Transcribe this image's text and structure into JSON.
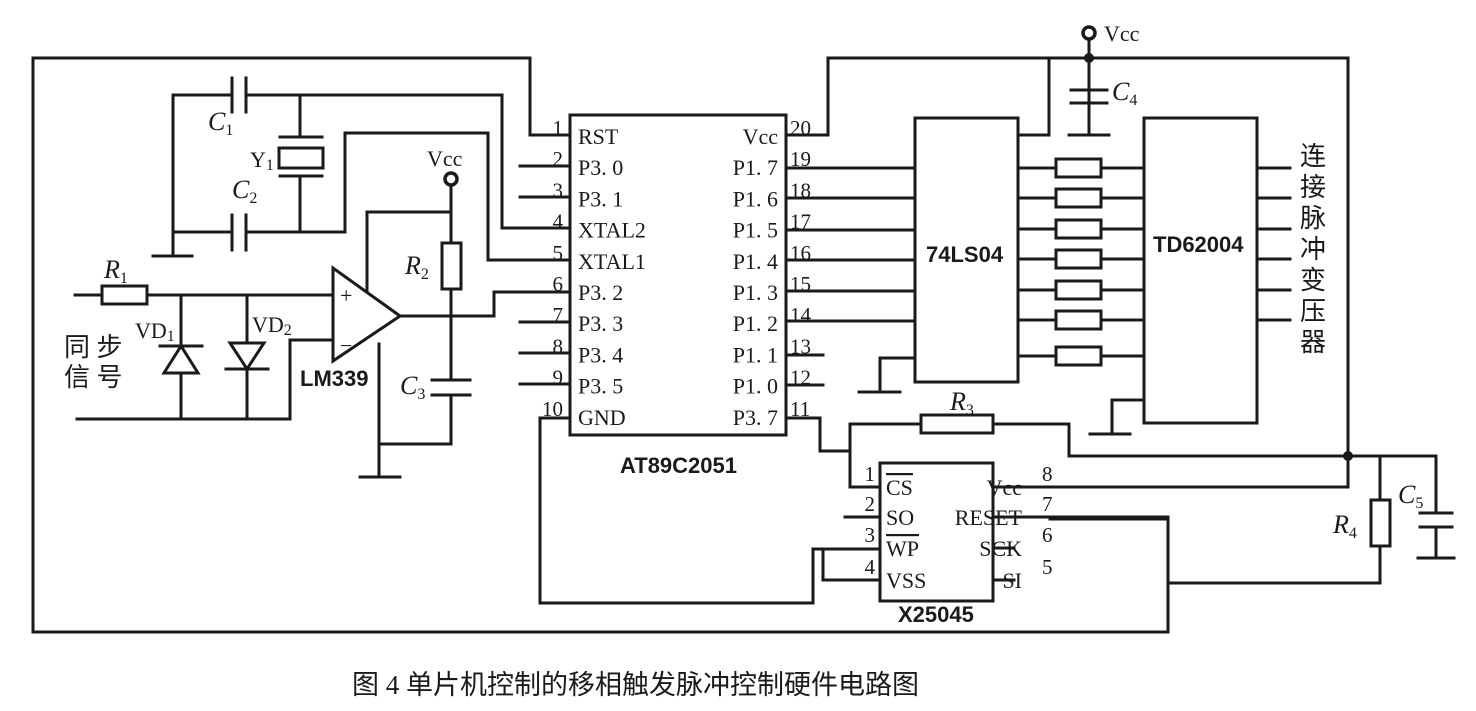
{
  "caption": "图 4  单片机控制的移相触发脉冲控制硬件电路图",
  "labels": {
    "vcc": "Vcc",
    "sync_signal_line1": "同 步",
    "sync_signal_line2": "信 号",
    "pulse_transformer": [
      "连",
      "接",
      "脉",
      "冲",
      "变",
      "压",
      "器"
    ]
  },
  "components": {
    "C1": {
      "letter": "C",
      "sub": "1"
    },
    "C2": {
      "letter": "C",
      "sub": "2"
    },
    "C3": {
      "letter": "C",
      "sub": "3"
    },
    "C4": {
      "letter": "C",
      "sub": "4"
    },
    "C5": {
      "letter": "C",
      "sub": "5"
    },
    "R1": {
      "letter": "R",
      "sub": "1"
    },
    "R2": {
      "letter": "R",
      "sub": "2"
    },
    "R3": {
      "letter": "R",
      "sub": "3"
    },
    "R4": {
      "letter": "R",
      "sub": "4"
    },
    "Y1": {
      "letter": "Y",
      "sub": "1"
    },
    "VD1": {
      "letter": "VD",
      "sub": "1"
    },
    "VD2": {
      "letter": "VD",
      "sub": "2"
    },
    "comparator": "LM339"
  },
  "mcu": {
    "name": "AT89C2051",
    "left_pins": [
      {
        "num": "1",
        "name": "RST"
      },
      {
        "num": "2",
        "name": "P3. 0"
      },
      {
        "num": "3",
        "name": "P3. 1"
      },
      {
        "num": "4",
        "name": "XTAL2"
      },
      {
        "num": "5",
        "name": "XTAL1"
      },
      {
        "num": "6",
        "name": "P3. 2"
      },
      {
        "num": "7",
        "name": "P3. 3"
      },
      {
        "num": "8",
        "name": "P3. 4"
      },
      {
        "num": "9",
        "name": "P3. 5"
      },
      {
        "num": "10",
        "name": "GND"
      }
    ],
    "right_pins": [
      {
        "num": "20",
        "name": "Vcc"
      },
      {
        "num": "19",
        "name": "P1. 7"
      },
      {
        "num": "18",
        "name": "P1. 6"
      },
      {
        "num": "17",
        "name": "P1. 5"
      },
      {
        "num": "16",
        "name": "P1. 4"
      },
      {
        "num": "15",
        "name": "P1. 3"
      },
      {
        "num": "14",
        "name": "P1. 2"
      },
      {
        "num": "13",
        "name": "P1. 1"
      },
      {
        "num": "12",
        "name": "P1. 0"
      },
      {
        "num": "11",
        "name": "P3. 7"
      }
    ]
  },
  "inverter": {
    "name": "74LS04"
  },
  "driver": {
    "name": "TD62004"
  },
  "watchdog": {
    "name": "X25045",
    "left_pins": [
      {
        "num": "1",
        "name": "CS",
        "overline": true
      },
      {
        "num": "2",
        "name": "SO",
        "overline": false
      },
      {
        "num": "3",
        "name": "WP",
        "overline": true
      },
      {
        "num": "4",
        "name": "VSS",
        "overline": false
      }
    ],
    "right_pins": [
      {
        "num": "8",
        "name": "Vcc"
      },
      {
        "num": "7",
        "name": "RESET"
      },
      {
        "num": "6",
        "name": "SCK"
      },
      {
        "num": "5",
        "name": "SI"
      }
    ]
  }
}
